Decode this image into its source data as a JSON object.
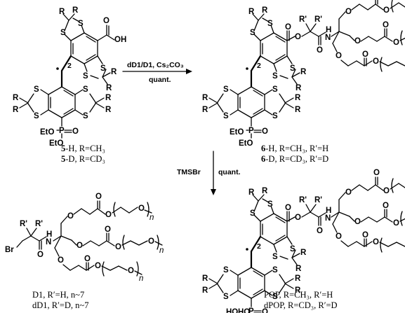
{
  "scheme": {
    "step1_reagent": "dD1/D1, Cs₂CO₃",
    "step1_yield": "quant.",
    "step2_reagent": "TMSBr",
    "step2_yield": "quant."
  },
  "atoms": {
    "R": "R",
    "R_prime": "R'",
    "S": "S",
    "O": "O",
    "OH": "OH",
    "HO": "HO",
    "H": "H",
    "N": "N",
    "Br": "Br",
    "EtO": "EtO",
    "P": "P",
    "n": "n",
    "linker_count": "2"
  },
  "compounds": {
    "c5": {
      "line1_num": "5",
      "line1_text": "-H, R=CH₃",
      "line2_num": "5",
      "line2_text": "-D, R=CD₃"
    },
    "c6": {
      "line1_num": "6",
      "line1_text": "-H, R=CH₃, R′=H",
      "line2_num": "6",
      "line2_text": "-D, R=CD₃, R′=D"
    },
    "pop": {
      "line1_text": "POP, R=CH₃, R′=H",
      "line2_text": "dPOP, R=CD₃, R′=D"
    },
    "d1": {
      "line1_text": "D1, R′=H, n~7",
      "line2_text": "dD1, R′=D, n~7"
    }
  }
}
